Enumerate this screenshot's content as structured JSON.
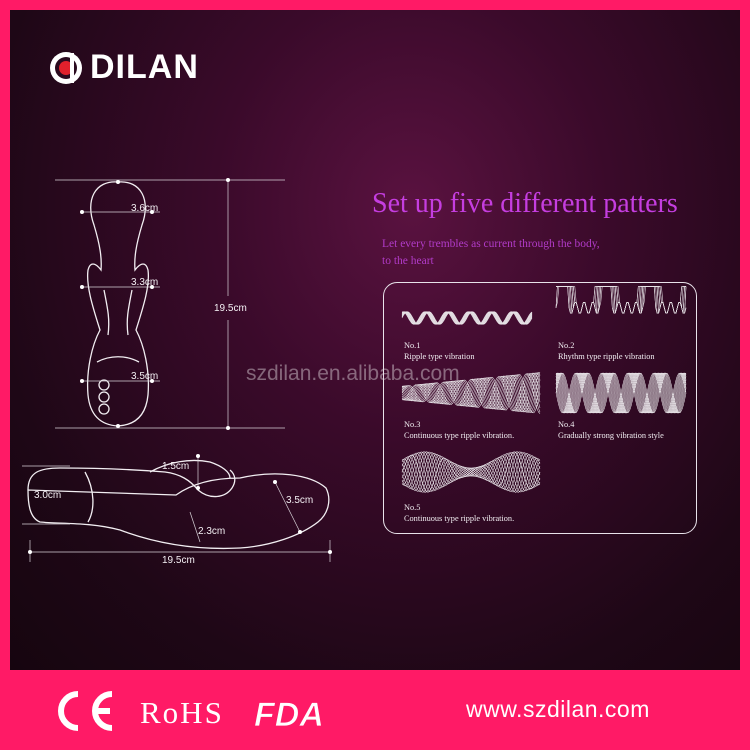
{
  "brand": {
    "name": "DILAN"
  },
  "headline": "Set up five different patters",
  "subline": [
    "Let every trembles as current through the body,",
    "to the heart"
  ],
  "watermark": "szdilan.en.alibaba.com",
  "front_view": {
    "width_top": "3.6cm",
    "width_mid": "3.3cm",
    "width_base": "3.5cm",
    "length": "19.5cm"
  },
  "side_view": {
    "handle": "3.0cm",
    "clit_arm": "1.5cm",
    "neck": "2.3cm",
    "head": "3.5cm",
    "length": "19.5cm"
  },
  "patterns": [
    {
      "no": "No.1",
      "desc": "Ripple type vibration"
    },
    {
      "no": "No.2",
      "desc": "Rhythm type ripple vibration"
    },
    {
      "no": "No.3",
      "desc": "Continuous type ripple vibration."
    },
    {
      "no": "No.4",
      "desc": "Gradually strong vibration style"
    },
    {
      "no": "No.5",
      "desc": "Continuous type ripple vibration."
    }
  ],
  "footer": {
    "ce": "CE",
    "rohs": "RoHS",
    "fda": "FDA",
    "url": "www.szdilan.com"
  },
  "colors": {
    "frame": "#ff1a66",
    "panel": "#1e0716",
    "headline": "#c53ee0",
    "logo_red": "#e0202c"
  }
}
